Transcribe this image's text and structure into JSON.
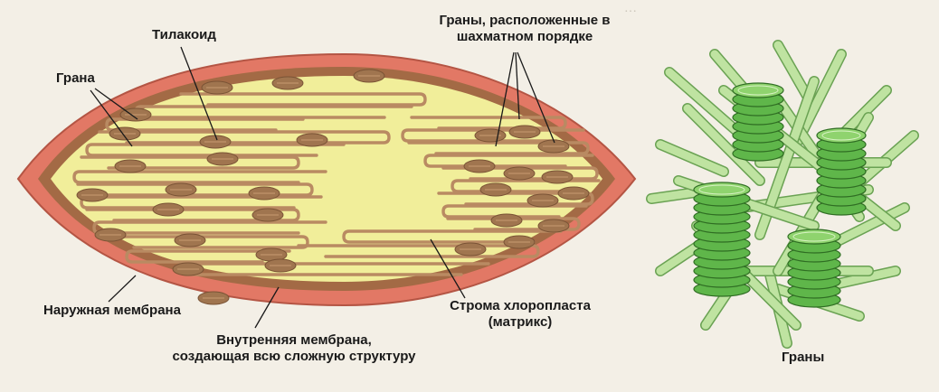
{
  "labels": {
    "thylakoid": "Тилакоид",
    "granum": "Грана",
    "staggered_line1": "Граны, расположенные в",
    "staggered_line2": "шахматном порядке",
    "outer_membrane": "Наружная мембрана",
    "inner_line1": "Внутренняя мембрана,",
    "inner_line2": "создающая всю сложную структуру",
    "stroma_line1": "Строма хлоропласта",
    "stroma_line2": "(матрикс)",
    "grana": "Граны"
  },
  "colors": {
    "outer_membrane": "#e27865",
    "inner_membrane": "#a36a45",
    "stroma": "#f1ee9a",
    "lamella": "#b98a62",
    "granum": "#a0754f",
    "grana_3d": "#5fb64a",
    "network_3d": "#bfe3a1",
    "page": "#f3efe6"
  }
}
